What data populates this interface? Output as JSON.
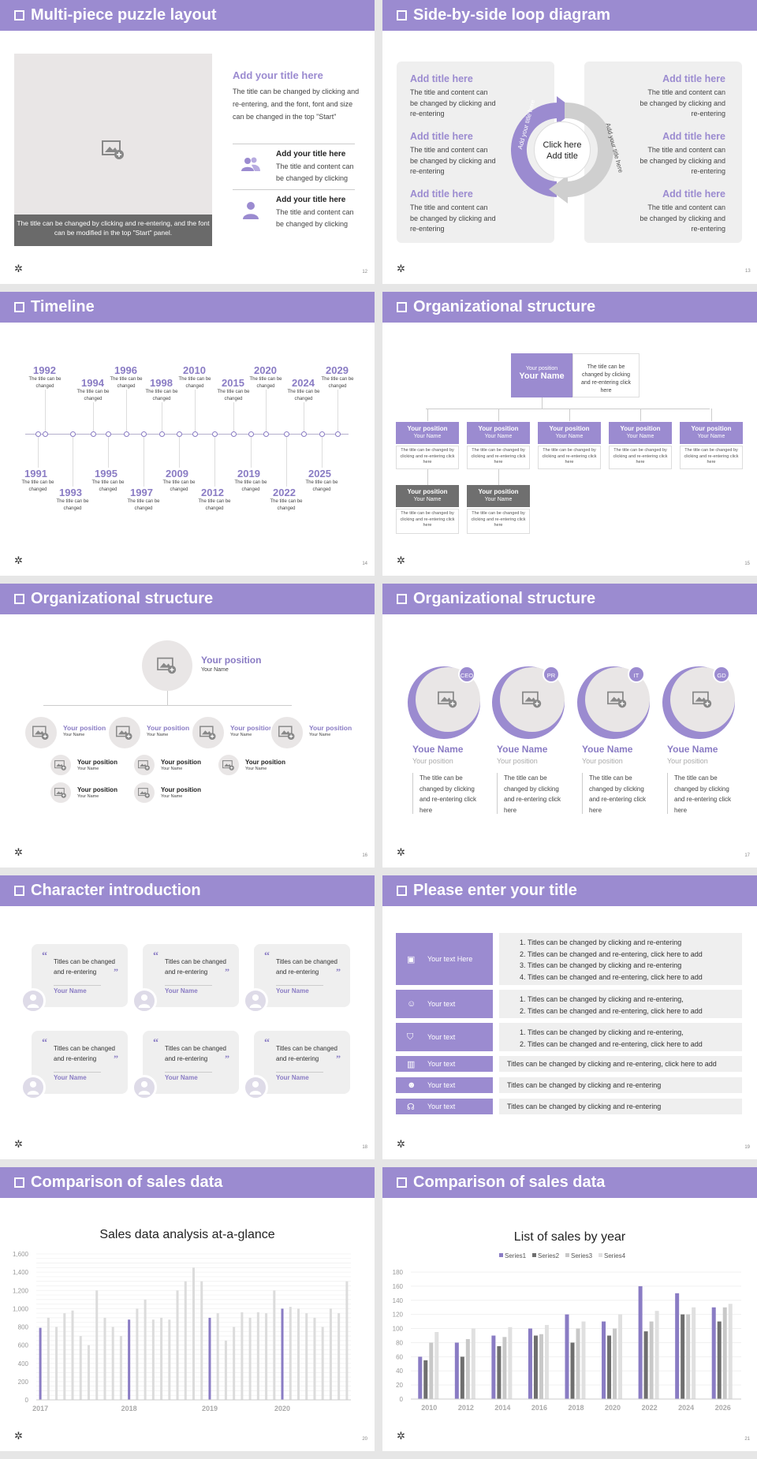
{
  "slides": [
    {
      "title": "Multi-piece puzzle layout",
      "page": "12"
    },
    {
      "title": "Side-by-side loop diagram",
      "page": "13"
    },
    {
      "title": "Timeline",
      "page": "14"
    },
    {
      "title": "Organizational structure",
      "page": "15"
    },
    {
      "title": "Organizational structure",
      "page": "16"
    },
    {
      "title": "Organizational structure",
      "page": "17"
    },
    {
      "title": "Character introduction",
      "page": "18"
    },
    {
      "title": "Please enter your title",
      "page": "19"
    },
    {
      "title": "Comparison of sales data",
      "page": "20"
    },
    {
      "title": "Comparison of sales data",
      "page": "21"
    }
  ],
  "puzzle": {
    "caption": "The title can be changed by clicking and re-entering, and the font can be modified in the top \"Start\" panel.",
    "title": "Add your title here",
    "desc": "The title can be changed by clicking and re-entering, and the font, font and size can be changed in the top \"Start\"",
    "rows": [
      {
        "title": "Add your title here",
        "text": "The title and content can be changed by clicking"
      },
      {
        "title": "Add your title here",
        "text": "The title and content can be changed by clicking"
      }
    ]
  },
  "loop": {
    "left": [
      {
        "title": "Add title here",
        "text": "The title and content can be changed by clicking and re-entering"
      },
      {
        "title": "Add title here",
        "text": "The title and content can be changed by clicking and re-entering"
      },
      {
        "title": "Add title here",
        "text": "The title and content can be changed by clicking and re-entering"
      }
    ],
    "right": [
      {
        "title": "Add title here",
        "text": "The title and content can be changed by clicking and re-entering"
      },
      {
        "title": "Add title here",
        "text": "The title and content can be changed by clicking and re-entering"
      },
      {
        "title": "Add title here",
        "text": "The title and content can be changed by clicking and re-entering"
      }
    ],
    "center": "Click here Add title",
    "arc_left": "Add your title here",
    "arc_right": "Add your title here"
  },
  "timeline": {
    "top": [
      {
        "year": "1992",
        "text": "The title can be changed"
      },
      {
        "year": "1994",
        "text": "The title can be changed"
      },
      {
        "year": "1996",
        "text": "The title can be changed"
      },
      {
        "year": "1998",
        "text": "The title can be changed"
      },
      {
        "year": "2010",
        "text": "The title can be changed"
      },
      {
        "year": "2015",
        "text": "The title can be changed"
      },
      {
        "year": "2020",
        "text": "The title can be changed"
      },
      {
        "year": "2024",
        "text": "The title can be changed"
      },
      {
        "year": "2029",
        "text": "The title can be changed"
      }
    ],
    "bottom": [
      {
        "year": "1991",
        "text": "The title can be changed"
      },
      {
        "year": "1993",
        "text": "The title can be changed"
      },
      {
        "year": "1995",
        "text": "The title can be changed"
      },
      {
        "year": "1997",
        "text": "The title can be changed"
      },
      {
        "year": "2009",
        "text": "The title can be changed"
      },
      {
        "year": "2012",
        "text": "The title can be changed"
      },
      {
        "year": "2019",
        "text": "The title can be changed"
      },
      {
        "year": "2022",
        "text": "The title can be changed"
      },
      {
        "year": "2025",
        "text": "The title can be changed"
      }
    ]
  },
  "org1": {
    "top_pos": "Your position",
    "top_name": "Your Name",
    "top_desc": "The title can be changed by clicking and re-entering click here",
    "pos": "Your position",
    "name": "Your Name",
    "sub": "The title can be changed by clicking and re-entering click here"
  },
  "org2": {
    "top_pos": "Your position",
    "top_name": "Your Name",
    "mid_pos": "Your position",
    "mid_name": "Your Name",
    "sub_pos": "Your position",
    "sub_name": "Your Name"
  },
  "org3": {
    "people": [
      {
        "badge": "CEO",
        "name": "Youe Name",
        "pos": "Your position",
        "text": "The title can be changed by clicking and re-entering click here"
      },
      {
        "badge": "PR",
        "name": "Youe Name",
        "pos": "Your position",
        "text": "The title can be changed by clicking and re-entering click here"
      },
      {
        "badge": "IT",
        "name": "Youe Name",
        "pos": "Your position",
        "text": "The title can be changed by clicking and re-entering click here"
      },
      {
        "badge": "GD",
        "name": "Youe Name",
        "pos": "Your position",
        "text": "The title can be changed by clicking and re-entering click here"
      }
    ]
  },
  "chars": {
    "text": "Titles can be changed and re-entering",
    "name": "Your Name",
    "open_q": "“",
    "close_q": "”"
  },
  "rows": [
    {
      "label": "Your text Here",
      "items": [
        "Titles can be changed by clicking and re-entering",
        "Titles can be changed and re-entering, click here to add",
        "Titles can be changed by clicking and re-entering",
        "Titles can be changed and re-entering, click here to add"
      ]
    },
    {
      "label": "Your text",
      "items": [
        "Titles can be changed by clicking and re-entering,",
        "Titles can be changed and re-entering, click here to add"
      ]
    },
    {
      "label": "Your text",
      "items": [
        "Titles can be changed by clicking and re-entering,",
        "Titles can be changed and re-entering, click here to add"
      ]
    },
    {
      "label": "Your text",
      "text": "Titles can be changed by clicking and re-entering, click here to add"
    },
    {
      "label": "Your text",
      "text": "Titles can be changed by clicking and re-entering"
    },
    {
      "label": "Your text",
      "text": "Titles can be changed by clicking and re-entering"
    }
  ],
  "colors": {
    "accent": "#9b8bd0",
    "dark": "#6f6f6f",
    "light": "#efefef"
  },
  "chart_data": [
    {
      "type": "bar",
      "title": "Sales data analysis at-a-glance",
      "ylim": [
        0,
        1600
      ],
      "yticks": [
        "0",
        "200",
        "400",
        "600",
        "800",
        "1,000",
        "1,200",
        "1,400",
        "1,600"
      ],
      "xlabels": [
        "2017",
        "2018",
        "2019",
        "2020"
      ],
      "values": [
        790,
        900,
        800,
        950,
        980,
        700,
        600,
        1200,
        900,
        800,
        700,
        880,
        1000,
        1100,
        880,
        900,
        880,
        1200,
        1300,
        1450,
        1300,
        900,
        950,
        650,
        800,
        960,
        900,
        960,
        950,
        1200,
        1000,
        1020,
        1000,
        950,
        900,
        800,
        1000,
        950,
        1300
      ],
      "highlight": [
        0,
        11,
        21,
        30
      ],
      "grid": true
    },
    {
      "type": "bar",
      "title": "List of sales by year",
      "categories": [
        "2010",
        "2012",
        "2014",
        "2016",
        "2018",
        "2020",
        "2022",
        "2024",
        "2026"
      ],
      "ylim": [
        0,
        180
      ],
      "yticks": [
        "0",
        "20",
        "40",
        "60",
        "80",
        "100",
        "120",
        "140",
        "160",
        "180"
      ],
      "legend": "top",
      "series": [
        {
          "name": "Series1",
          "color": "#8a7cc4",
          "values": [
            60,
            80,
            90,
            100,
            120,
            110,
            160,
            150,
            130
          ]
        },
        {
          "name": "Series2",
          "color": "#6f6f6f",
          "values": [
            55,
            60,
            75,
            90,
            80,
            90,
            96,
            120,
            110
          ]
        },
        {
          "name": "Series3",
          "color": "#c8c8c8",
          "values": [
            80,
            85,
            88,
            92,
            100,
            100,
            110,
            120,
            130
          ]
        },
        {
          "name": "Series4",
          "color": "#e0e0e0",
          "values": [
            95,
            100,
            102,
            105,
            110,
            120,
            125,
            130,
            135
          ]
        }
      ]
    }
  ]
}
